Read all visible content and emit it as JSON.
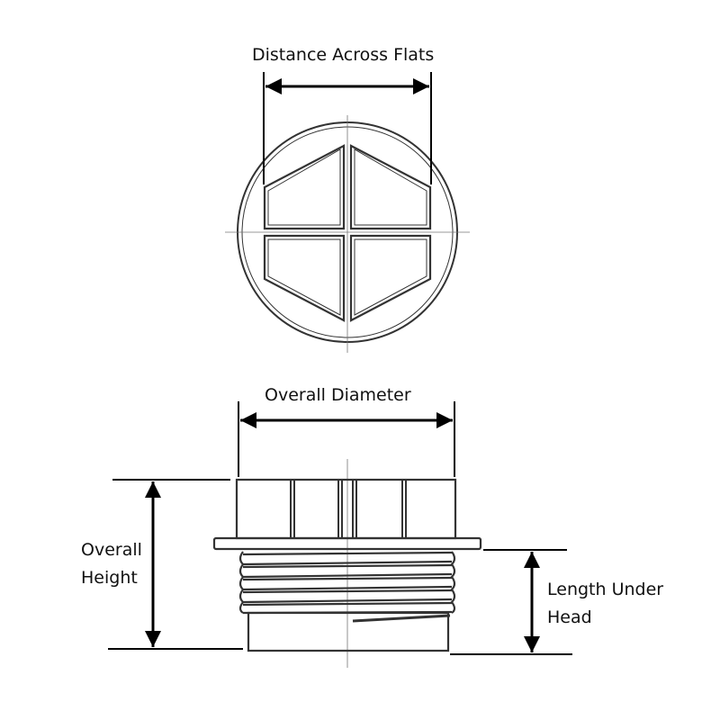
{
  "labels": {
    "distance_across_flats": "Distance Across Flats",
    "overall_diameter": "Overall Diameter",
    "overall_height_line1": "Overall",
    "overall_height_line2": "Height",
    "length_under_head_line1": "Length Under",
    "length_under_head_line2": "Head"
  },
  "colors": {
    "line": "#111111",
    "drawing": "#444444"
  }
}
